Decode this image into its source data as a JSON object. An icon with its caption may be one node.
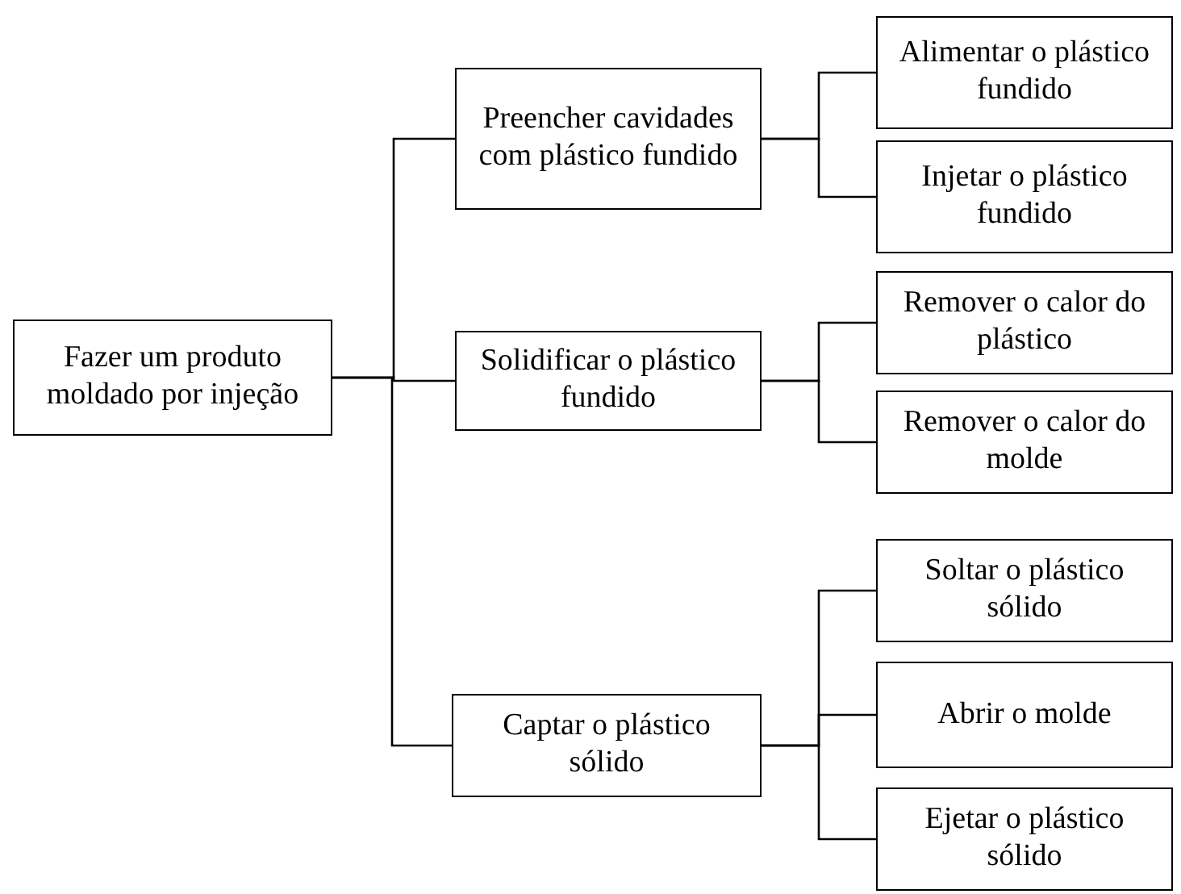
{
  "diagram": {
    "nodes": [
      {
        "text": [
          "Fazer um produto moldado por injeção"
        ]
      },
      {
        "text": [
          "Preencher cavidades com plástico fundido"
        ]
      },
      {
        "text": [
          "Alimentar o plástico fundido"
        ]
      },
      {
        "text": [
          "Injetar o plástico fundido"
        ]
      },
      {
        "text": [
          "Solidificar o plástico fundido"
        ]
      },
      {
        "text": [
          "Remover o calor do plástico"
        ]
      },
      {
        "text": [
          "Remover o calor do molde"
        ]
      },
      {
        "text": [
          "Captar o plástico sólido"
        ]
      },
      {
        "text": [
          "Soltar o plástico sólido"
        ]
      },
      {
        "text": [
          "Abrir o molde"
        ]
      },
      {
        "text": [
          "Ejetar o plástico sólido"
        ]
      }
    ],
    "edges": [
      {
        "from": 0,
        "to": 1,
        "arrow": "none"
      },
      {
        "from": 0,
        "to": 4,
        "arrow": "none"
      },
      {
        "from": 0,
        "to": 7,
        "arrow": "none"
      },
      {
        "from": 1,
        "to": 2,
        "arrow": "none"
      },
      {
        "from": 1,
        "to": 3,
        "arrow": "none"
      },
      {
        "from": 4,
        "to": 5,
        "arrow": "none"
      },
      {
        "from": 4,
        "to": 6,
        "arrow": "none"
      },
      {
        "from": 7,
        "to": 8,
        "arrow": "none"
      },
      {
        "from": 7,
        "to": 9,
        "arrow": "none"
      },
      {
        "from": 7,
        "to": 10,
        "arrow": "none"
      }
    ]
  }
}
